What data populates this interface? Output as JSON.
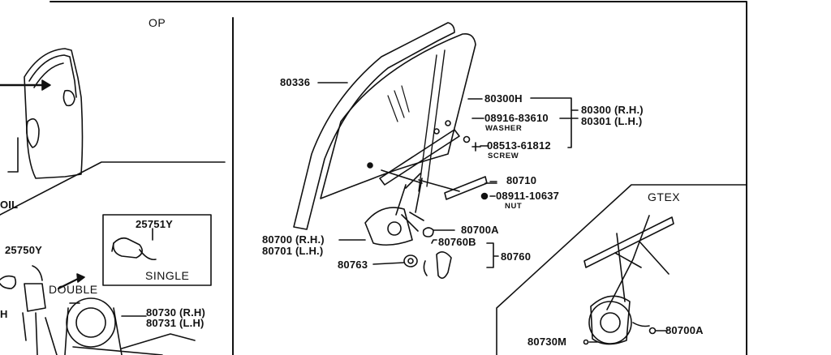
{
  "headings": {
    "op": "OP",
    "gtex": "GTEX",
    "single": "SINGLE",
    "double": "DOUBLE"
  },
  "left": {
    "coil": "OIL",
    "p25751y": "25751Y",
    "p25750y": "25750Y",
    "h": "H",
    "m80730": "80730 (R.H)",
    "m80731": "80731 (L.H)"
  },
  "parts": {
    "p80336": "80336",
    "p80300h": "80300H",
    "p08916": "08916-83610",
    "washer": "WASHER",
    "p80300": "80300 (R.H.)",
    "p80301": "80301 (L.H.)",
    "p08513": "08513-61812",
    "screw": "SCREW",
    "p80710": "80710",
    "p08911": "08911-10637",
    "nut": "NUT",
    "p80700": "80700 (R.H.)",
    "p80701": "80701 (L.H.)",
    "p80700a": "80700A",
    "p80760b": "80760B",
    "p80760": "80760",
    "p80763": "80763"
  },
  "gtex": {
    "p80730m": "80730M",
    "p80700a": "80700A"
  }
}
